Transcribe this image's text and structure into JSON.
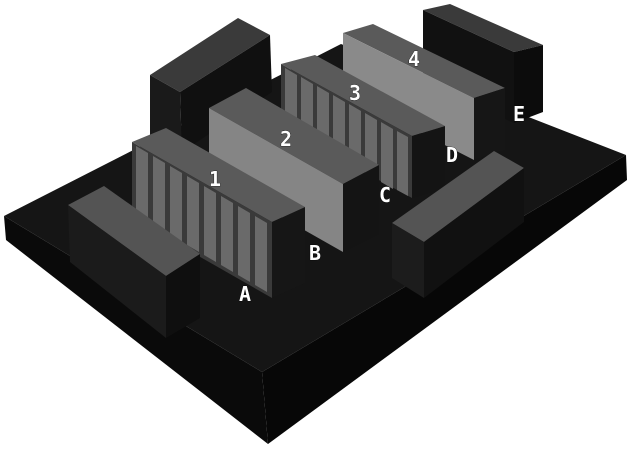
{
  "colors": {
    "background": "#ffffff",
    "floor": "#141414",
    "block_top": "#545454",
    "block_front": "#1c1c1c",
    "block_side": "#0f0f0f",
    "rack_top": "#5a5a5a",
    "rack_face": "#858585",
    "rack_dark": "#181818",
    "label": "#ffffff"
  },
  "labels": {
    "rack_1": "1",
    "rack_2": "2",
    "rack_3": "3",
    "rack_4": "4",
    "aisle_a": "A",
    "aisle_b": "B",
    "aisle_c": "C",
    "aisle_d": "D",
    "aisle_e": "E"
  }
}
